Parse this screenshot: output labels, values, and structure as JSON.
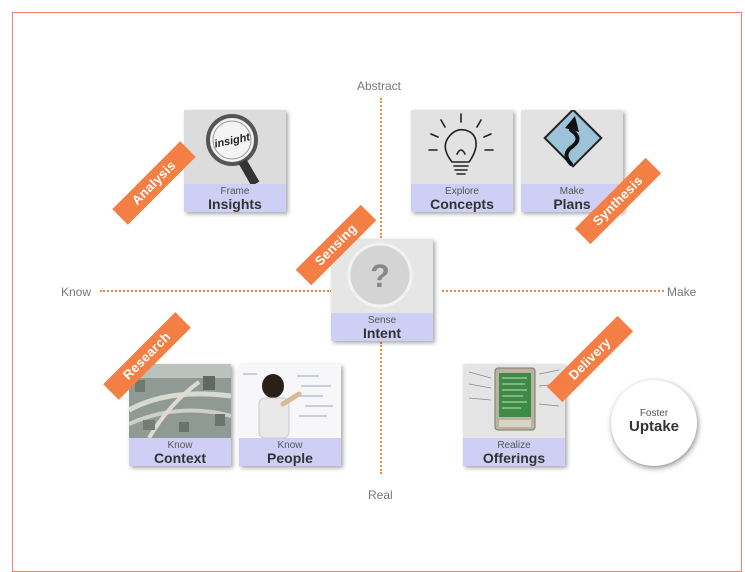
{
  "axes": {
    "top": "Abstract",
    "bottom": "Real",
    "left": "Know",
    "right": "Make"
  },
  "cards": {
    "insights": {
      "small": "Frame",
      "big": "Insights",
      "icon": "magnifier-icon",
      "pic_text": "insight"
    },
    "concepts": {
      "small": "Explore",
      "big": "Concepts",
      "icon": "lightbulb-icon"
    },
    "plans": {
      "small": "Make",
      "big": "Plans",
      "icon": "winding-road-sign-icon"
    },
    "intent": {
      "small": "Sense",
      "big": "Intent",
      "icon": "question-mark-icon",
      "glyph": "?"
    },
    "context": {
      "small": "Know",
      "big": "Context",
      "icon": "city-highway-photo"
    },
    "people": {
      "small": "Know",
      "big": "People",
      "icon": "child-at-whiteboard-photo"
    },
    "offerings": {
      "small": "Realize",
      "big": "Offerings",
      "icon": "tablet-device-photo"
    }
  },
  "uptake": {
    "small": "Foster",
    "big": "Uptake"
  },
  "banners": {
    "analysis": "Analysis",
    "synthesis": "Synthesis",
    "sensing": "Sensing",
    "research": "Research",
    "delivery": "Delivery"
  },
  "colors": {
    "accent": "#f47f45",
    "caption_bg": "#cfcff5",
    "card_bg": "#e6e6e6",
    "axis": "#f0883a"
  }
}
